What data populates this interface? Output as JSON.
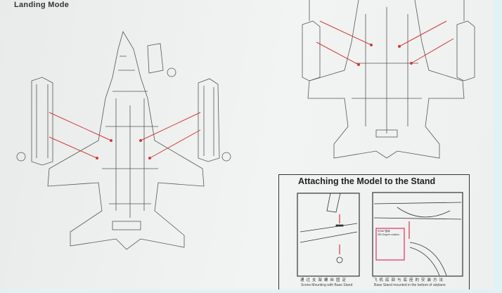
{
  "page": {
    "mode_title": "Landing Mode",
    "stand_section": {
      "title": "Attaching the Model to the Stand",
      "left_panel": {
        "caption_cn": "通过支架螺丝固定",
        "caption_en": "Screw Mounting with Base Stand"
      },
      "right_panel": {
        "inset_cn": "可360°旋转",
        "inset_en": "360 Degree rotation",
        "caption_cn": "飞机底部与底座的安装方法",
        "caption_en": "Base Stand mounted in the bottom of airplane"
      }
    },
    "colors": {
      "leader_line": "#d23a3a",
      "line_art": "#555555",
      "highlight": "#e0306a"
    }
  }
}
